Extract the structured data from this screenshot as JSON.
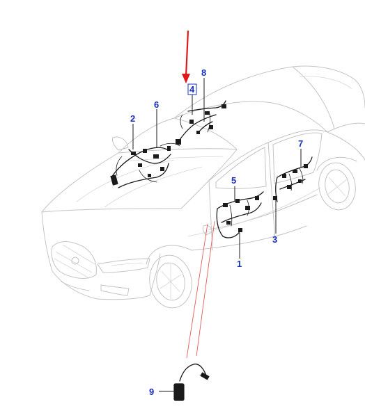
{
  "callouts": {
    "c1": "1",
    "c2": "2",
    "c3": "3",
    "c4": "4",
    "c5": "5",
    "c6": "6",
    "c7": "7",
    "c8": "8",
    "c9": "9"
  },
  "colors": {
    "callout": "#1a2fbf",
    "highlight_arrow": "#e01818",
    "car_outline": "#c4c4c4",
    "harness": "#1a1a1a"
  },
  "highlighted_callout": "4"
}
